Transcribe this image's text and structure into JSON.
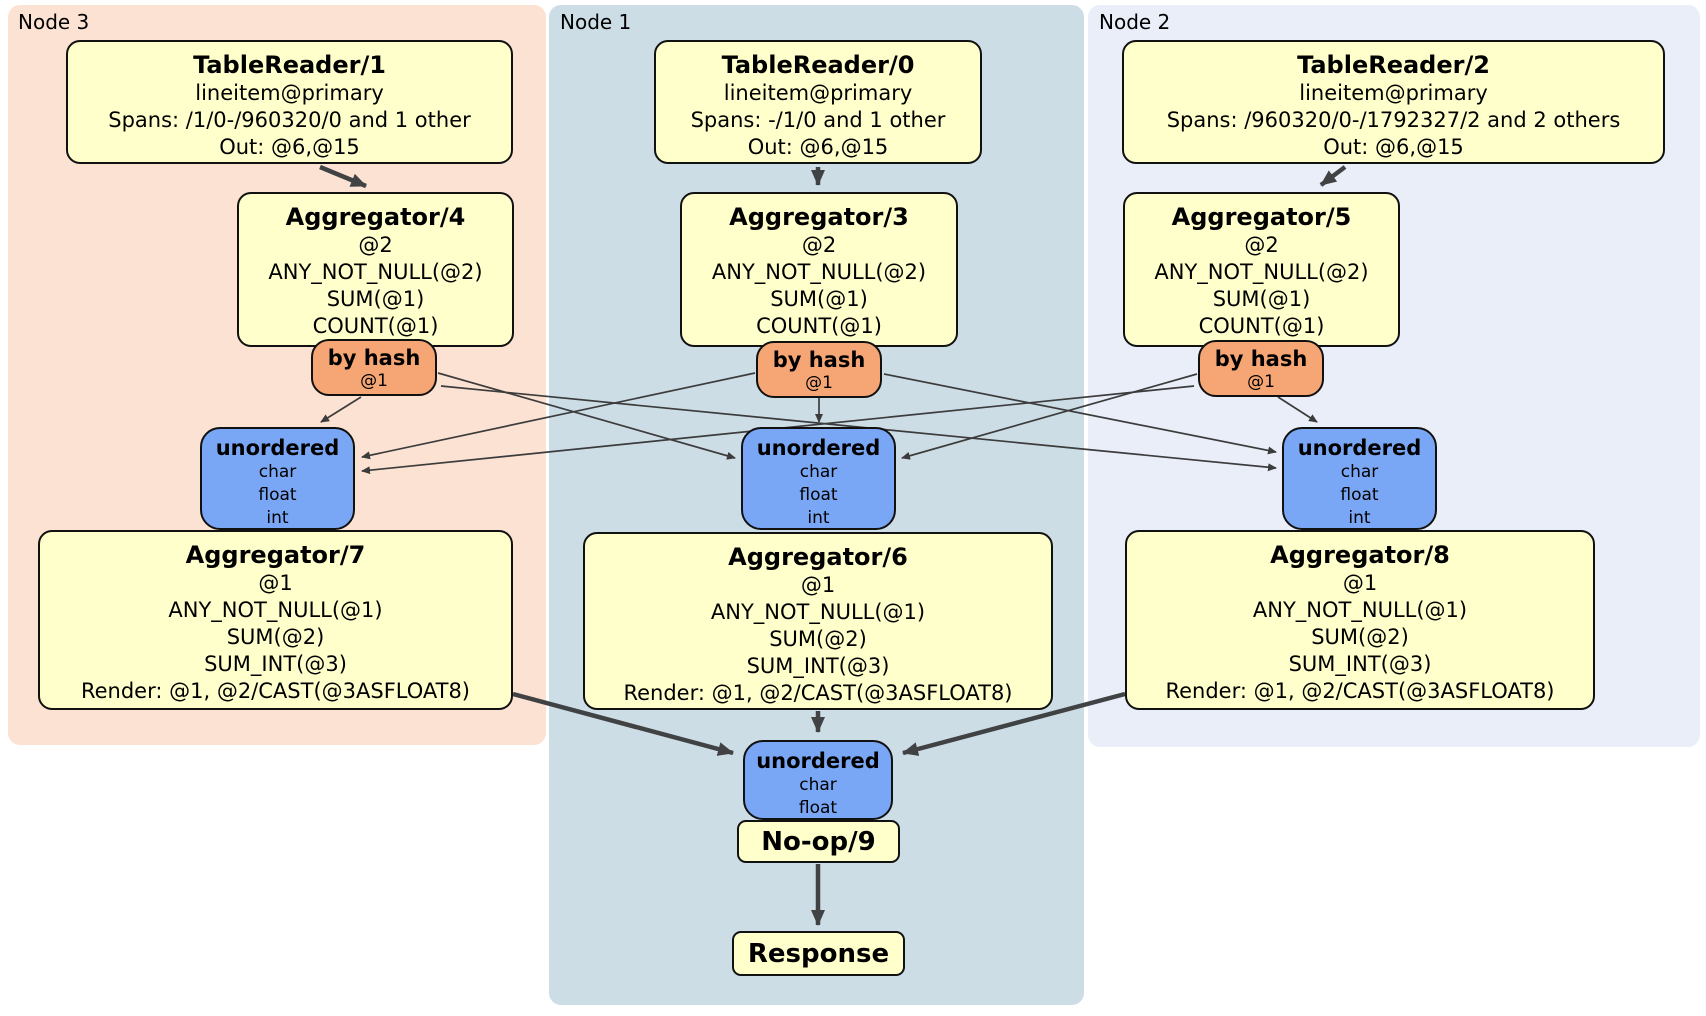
{
  "diagram_type": "distributed-sql-plan",
  "nodes": [
    {
      "label": "Node 3",
      "table_reader": {
        "title": "TableReader/1",
        "lines": [
          "lineitem@primary",
          "Spans: /1/0-/960320/0 and 1 other",
          "Out: @6,@15"
        ]
      },
      "group_aggregator": {
        "title": "Aggregator/4",
        "lines": [
          "@2",
          "ANY_NOT_NULL(@2)",
          "SUM(@1)",
          "COUNT(@1)"
        ]
      },
      "hash_router": {
        "title": "by hash",
        "lines": [
          "@1"
        ]
      },
      "sync": {
        "title": "unordered",
        "lines": [
          "char",
          "float",
          "int"
        ]
      },
      "final_aggregator": {
        "title": "Aggregator/7",
        "lines": [
          "@1",
          "ANY_NOT_NULL(@1)",
          "SUM(@2)",
          "SUM_INT(@3)",
          "Render: @1, @2/CAST(@3ASFLOAT8)"
        ]
      }
    },
    {
      "label": "Node 1",
      "table_reader": {
        "title": "TableReader/0",
        "lines": [
          "lineitem@primary",
          "Spans: -/1/0 and 1 other",
          "Out: @6,@15"
        ]
      },
      "group_aggregator": {
        "title": "Aggregator/3",
        "lines": [
          "@2",
          "ANY_NOT_NULL(@2)",
          "SUM(@1)",
          "COUNT(@1)"
        ]
      },
      "hash_router": {
        "title": "by hash",
        "lines": [
          "@1"
        ]
      },
      "sync": {
        "title": "unordered",
        "lines": [
          "char",
          "float",
          "int"
        ]
      },
      "final_aggregator": {
        "title": "Aggregator/6",
        "lines": [
          "@1",
          "ANY_NOT_NULL(@1)",
          "SUM(@2)",
          "SUM_INT(@3)",
          "Render: @1, @2/CAST(@3ASFLOAT8)"
        ]
      }
    },
    {
      "label": "Node 2",
      "table_reader": {
        "title": "TableReader/2",
        "lines": [
          "lineitem@primary",
          "Spans: /960320/0-/1792327/2 and 2 others",
          "Out: @6,@15"
        ]
      },
      "group_aggregator": {
        "title": "Aggregator/5",
        "lines": [
          "@2",
          "ANY_NOT_NULL(@2)",
          "SUM(@1)",
          "COUNT(@1)"
        ]
      },
      "hash_router": {
        "title": "by hash",
        "lines": [
          "@1"
        ]
      },
      "sync": {
        "title": "unordered",
        "lines": [
          "char",
          "float",
          "int"
        ]
      },
      "final_aggregator": {
        "title": "Aggregator/8",
        "lines": [
          "@1",
          "ANY_NOT_NULL(@1)",
          "SUM(@2)",
          "SUM_INT(@3)",
          "Render: @1, @2/CAST(@3ASFLOAT8)"
        ]
      }
    }
  ],
  "output": {
    "sync": {
      "title": "unordered",
      "lines": [
        "char",
        "float"
      ]
    },
    "noop": {
      "title": "No-op/9"
    },
    "response": {
      "title": "Response"
    }
  },
  "colors": {
    "node3_bg": "#fce2d3",
    "node1_bg": "#cdddе6",
    "node2_bg": "#e9eef9",
    "processor_fill": "#ffffcc",
    "router_fill": "#f6a674",
    "sync_fill": "#79a7f5",
    "edge": "#404244"
  }
}
